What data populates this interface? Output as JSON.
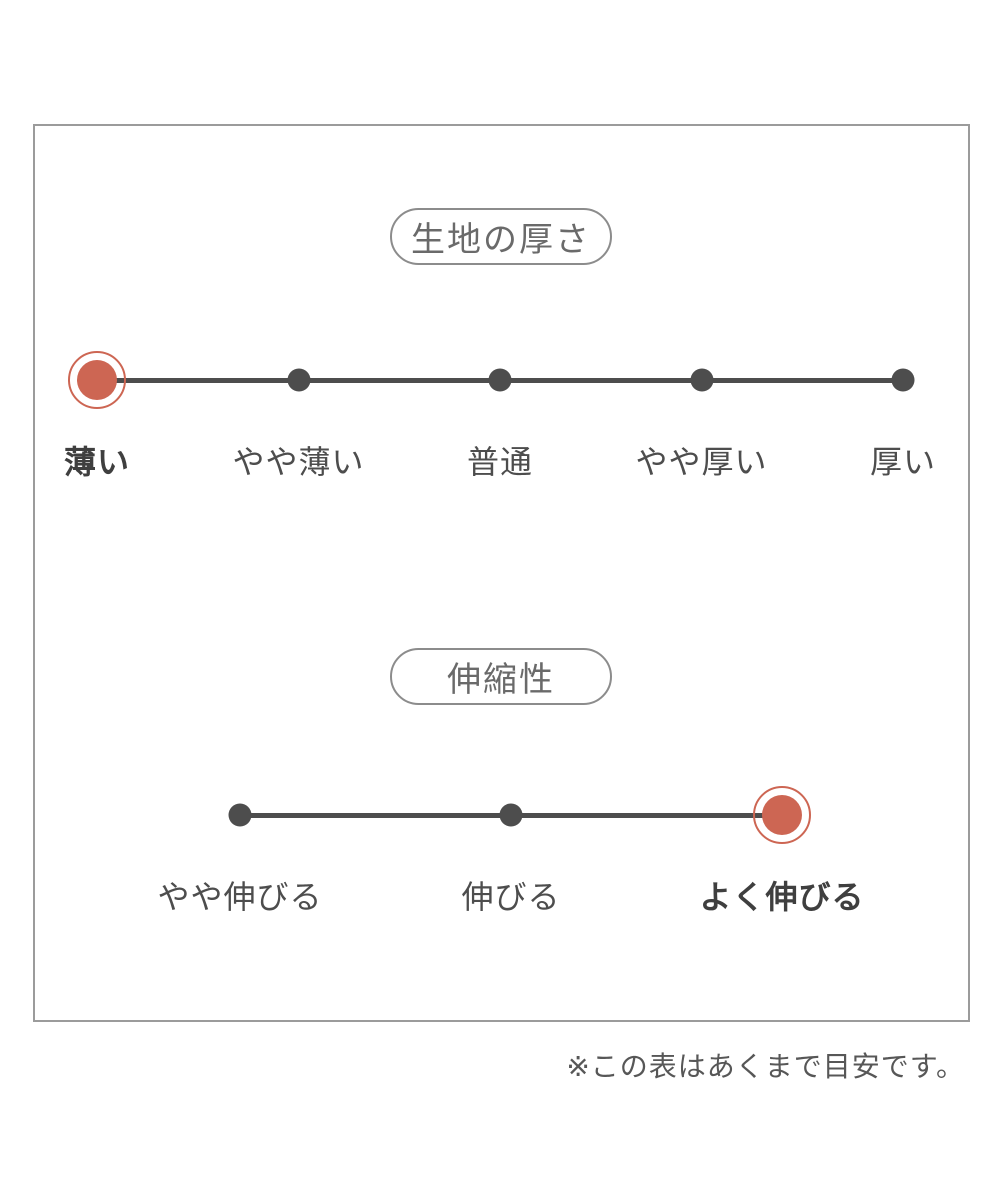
{
  "panel": {
    "note": "※この表はあくまで目安です。"
  },
  "sections": [
    {
      "title": "生地の厚さ",
      "points": [
        {
          "label": "薄い",
          "active": true
        },
        {
          "label": "やや薄い",
          "active": false
        },
        {
          "label": "普通",
          "active": false
        },
        {
          "label": "やや厚い",
          "active": false
        },
        {
          "label": "厚い",
          "active": false
        }
      ]
    },
    {
      "title": "伸縮性",
      "points": [
        {
          "label": "やや伸びる",
          "active": false
        },
        {
          "label": "伸びる",
          "active": false
        },
        {
          "label": "よく伸びる",
          "active": true
        }
      ]
    }
  ],
  "colors": {
    "accent": "#cd6653",
    "line": "#4d4d4d",
    "label_text": "#4d4d4d",
    "pill_text": "#6a6a6a",
    "pill_border": "#8c8c8c",
    "panel_border": "#9b9b9b",
    "note_text": "#575757"
  },
  "chart_data": [
    {
      "type": "line",
      "subtype": "rating-scale",
      "title": "生地の厚さ",
      "categories": [
        "薄い",
        "やや薄い",
        "普通",
        "やや厚い",
        "厚い"
      ],
      "selected": "薄い",
      "selected_index": 0,
      "num_points": 5,
      "legend_position": "none",
      "grid": false
    },
    {
      "type": "line",
      "subtype": "rating-scale",
      "title": "伸縮性",
      "categories": [
        "やや伸びる",
        "伸びる",
        "よく伸びる"
      ],
      "selected": "よく伸びる",
      "selected_index": 2,
      "num_points": 3,
      "legend_position": "none",
      "grid": false
    }
  ]
}
